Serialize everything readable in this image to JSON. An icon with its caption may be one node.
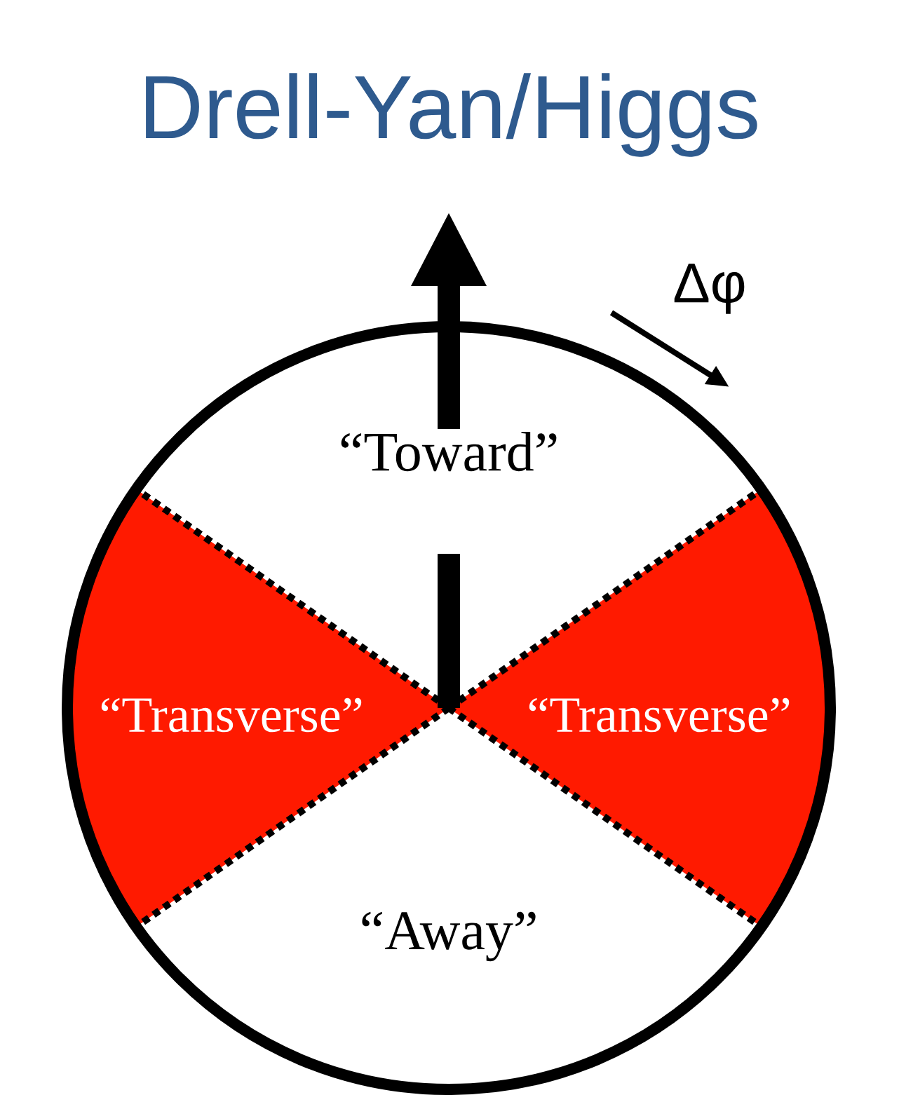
{
  "diagram": {
    "title": "Drell-Yan/Higgs",
    "nodes": [
      {
        "text": [],
        "shape": "circle"
      },
      {
        "text": [
          "“Toward”"
        ],
        "in": 0
      },
      {
        "text": [
          "“Transverse”"
        ],
        "in": 0
      },
      {
        "text": [
          "“Transverse”"
        ],
        "in": 0
      },
      {
        "text": [
          "“Away”"
        ],
        "in": 0
      }
    ],
    "labels": [
      "Δφ"
    ]
  }
}
